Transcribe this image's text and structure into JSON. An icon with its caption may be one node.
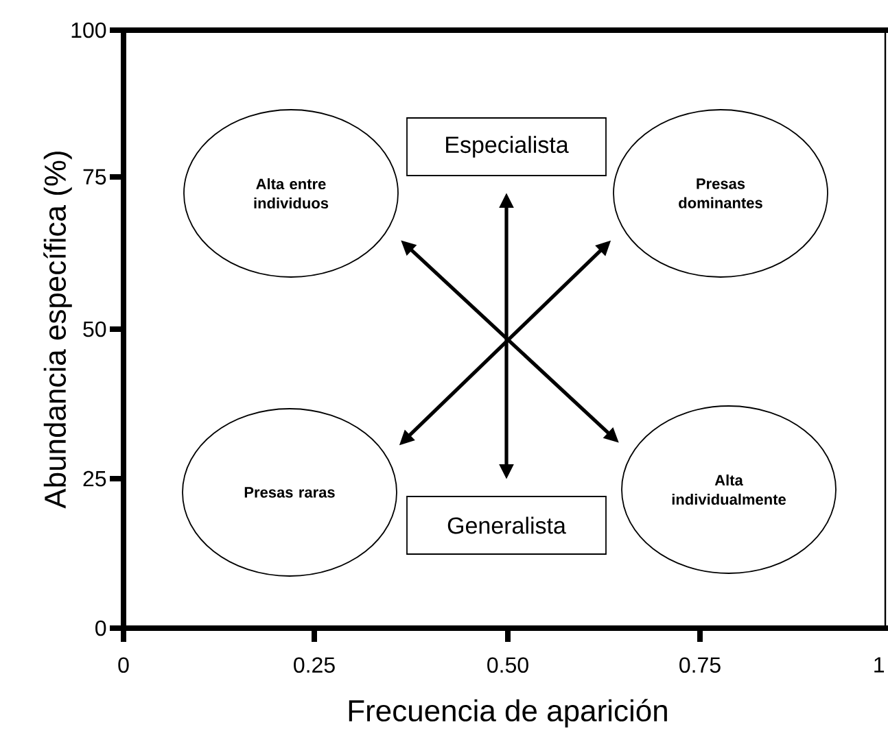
{
  "diagram": {
    "nodes": [
      {
        "text": [
          "Alta entre individuos"
        ]
      },
      {
        "text": [
          "Especialista"
        ]
      },
      {
        "text": [
          "Presas dominantes"
        ]
      },
      {
        "text": [
          "Presas raras"
        ]
      },
      {
        "text": [
          "Generalista"
        ]
      },
      {
        "text": [
          "Alta individualmente"
        ]
      }
    ],
    "edges": [
      {
        "from": 4,
        "to": 1,
        "arrow": "both"
      },
      {
        "from": 0,
        "to": 5,
        "arrow": "both"
      },
      {
        "from": 3,
        "to": 2,
        "arrow": "both"
      }
    ],
    "labels": [
      "100",
      "75",
      "50",
      "25",
      "0",
      "0",
      "0.25",
      "0.50",
      "0.75",
      "1",
      "Abundancia específica (%)",
      "Frecuencia de aparición"
    ]
  }
}
